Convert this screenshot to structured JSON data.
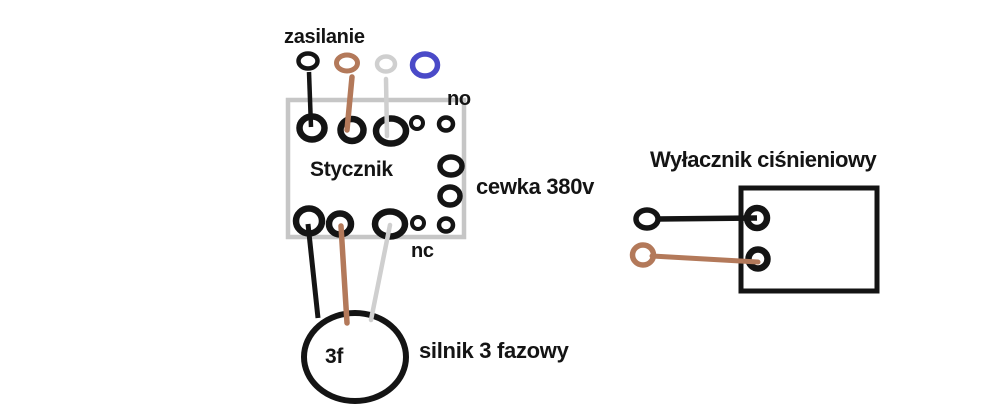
{
  "labels": {
    "supply": "zasilanie",
    "no": "no",
    "nc": "nc",
    "contactor": "Stycznik",
    "coil": "cewka 380v",
    "pressure_switch": "Wyłacznik ciśnieniowy",
    "motor_symbol": "3f",
    "motor_caption": "silnik 3 fazowy"
  },
  "colors": {
    "ink": "#141414",
    "brown": "#b3795a",
    "gray": "#cfcfcf",
    "blue": "#4a4ac8",
    "box": "#c6c6c6",
    "background": "#ffffff"
  },
  "supply_terminals": [
    {
      "name": "phase-ring-black",
      "color_key": "ink"
    },
    {
      "name": "phase-ring-brown",
      "color_key": "brown"
    },
    {
      "name": "phase-ring-gray",
      "color_key": "gray"
    },
    {
      "name": "neutral-ring-blue",
      "color_key": "blue"
    }
  ]
}
